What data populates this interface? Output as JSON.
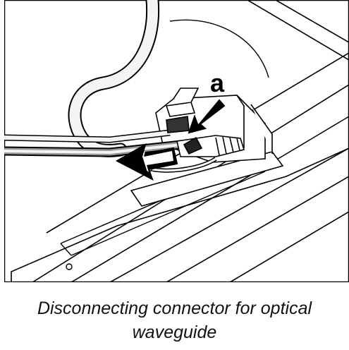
{
  "figure": {
    "callout_label": "a",
    "caption_line1": "Disconnecting connector for optical",
    "caption_line2": "waveguide"
  },
  "colors": {
    "line": "#000000",
    "background": "#ffffff",
    "cable_fill": "#f4f4f4",
    "cable_shadow": "#9a9a9a"
  }
}
